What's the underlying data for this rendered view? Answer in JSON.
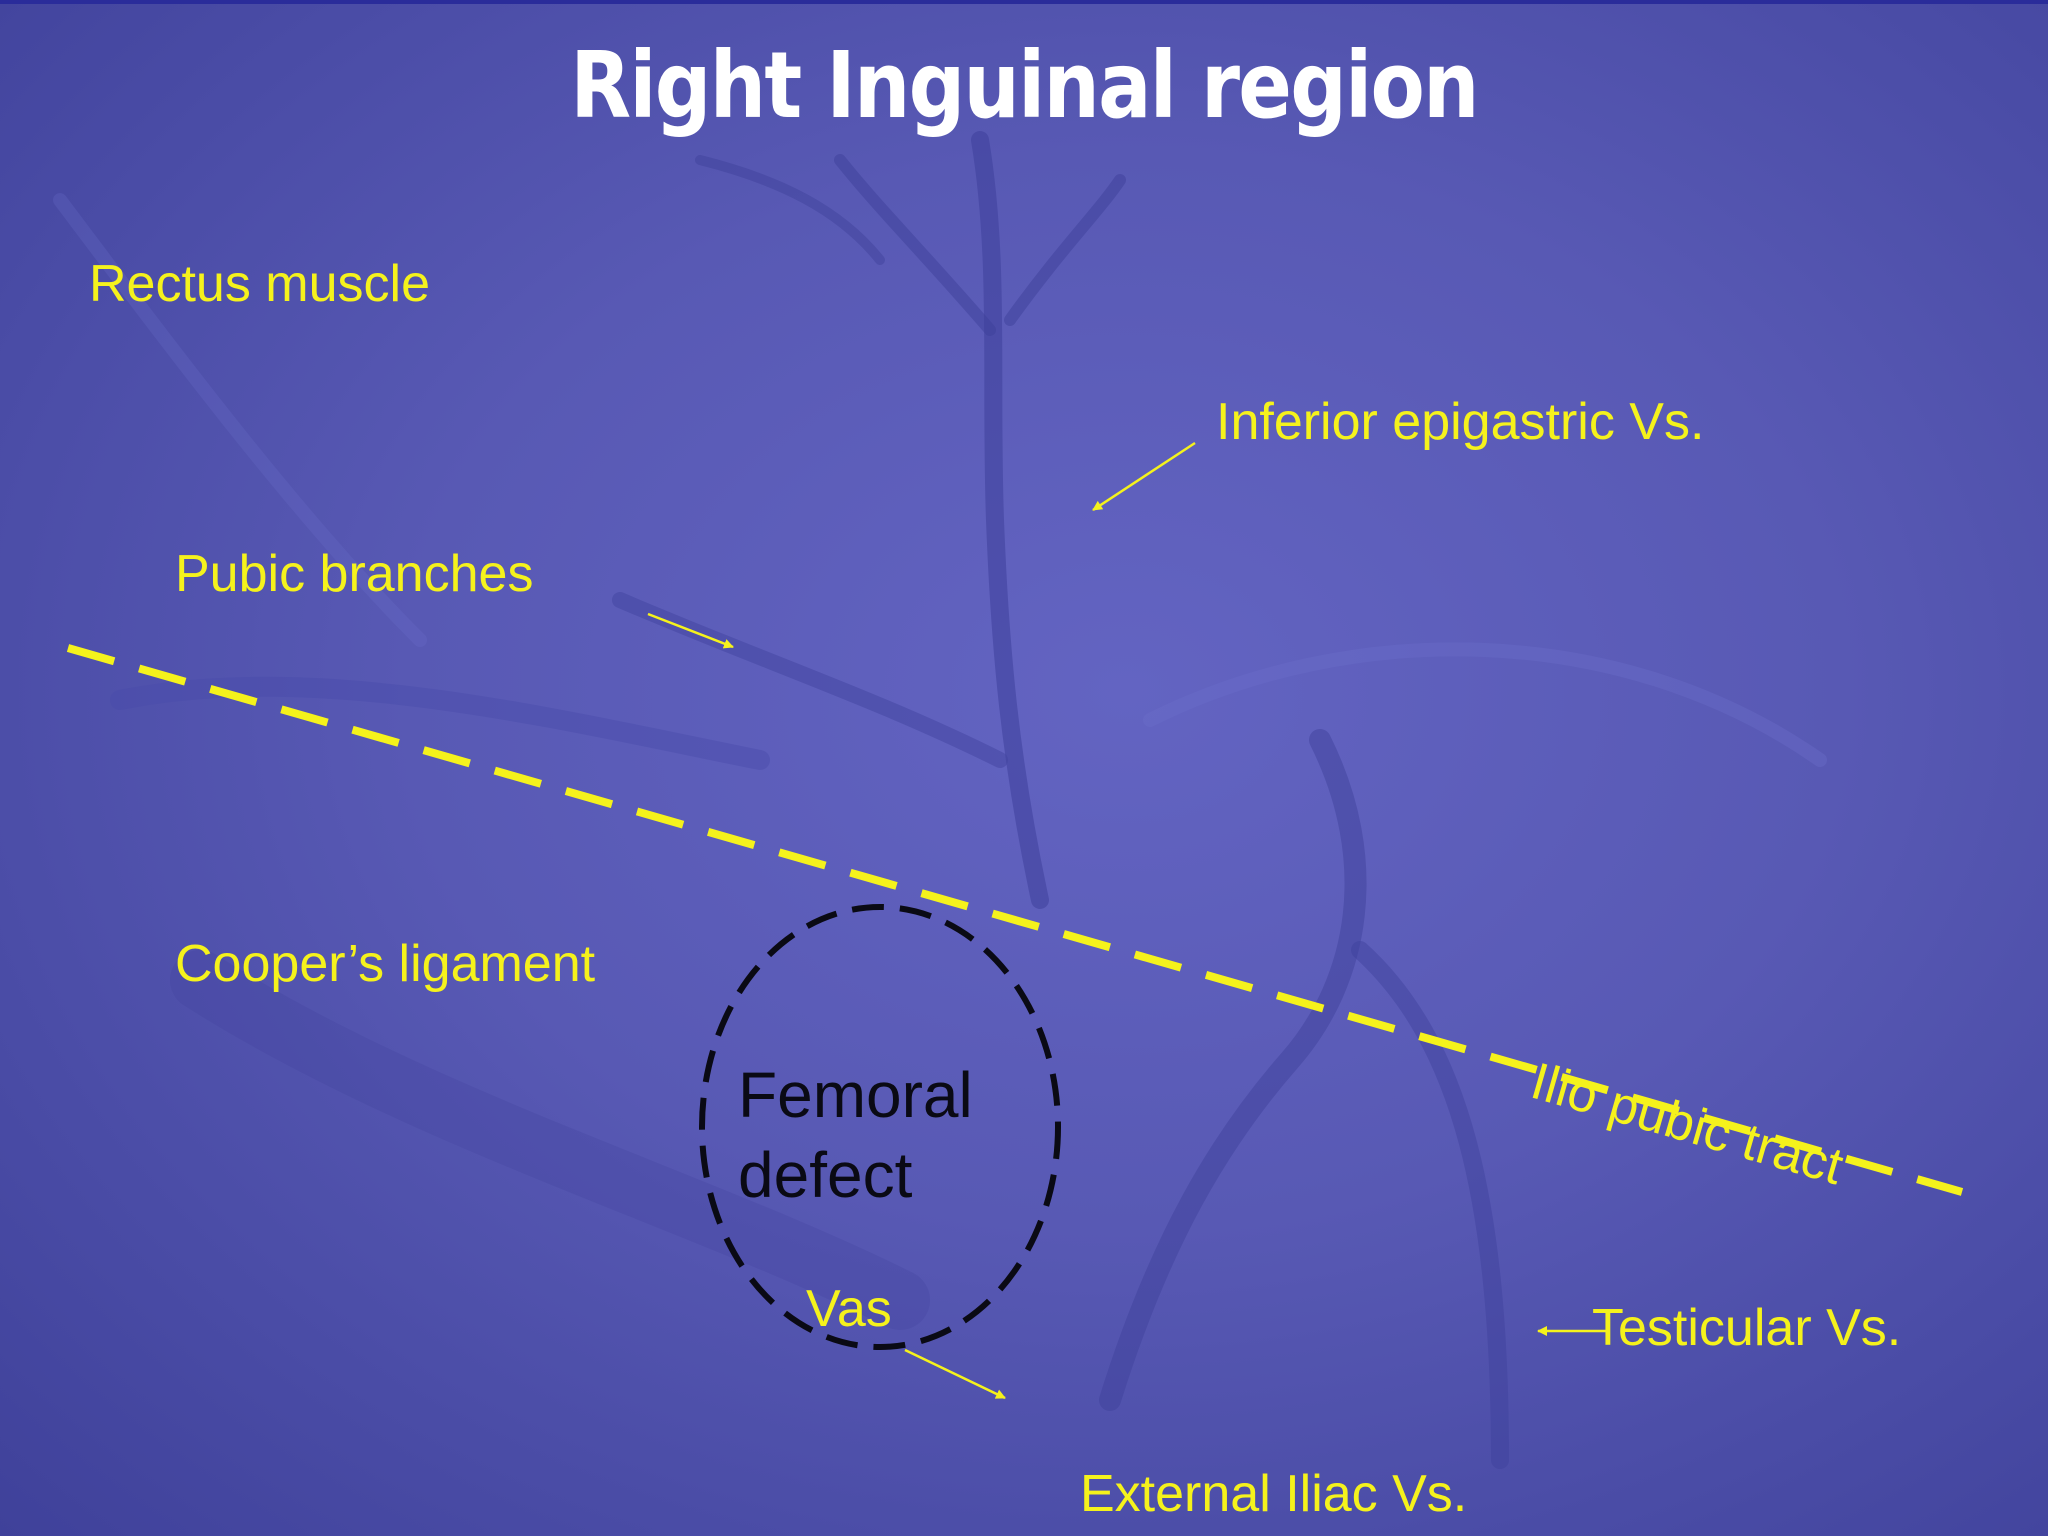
{
  "title": "Right Inguinal region",
  "labels": {
    "rectus_muscle": "Rectus muscle",
    "inferior_epigastric": "Inferior epigastric Vs.",
    "pubic_branches": "Pubic branches",
    "coopers_ligament": "Cooper’s ligament",
    "ilio_pubic_tract": "Ilio pubic tract",
    "femoral_defect_line1": "Femoral",
    "femoral_defect_line2": "defect",
    "vas": "Vas",
    "testicular": "Testicular  Vs.",
    "external_iliac": "External Iliac Vs."
  },
  "colors": {
    "background": "#5a5cb6",
    "label_yellow": "#f5f21c",
    "title_white": "#ffffff",
    "dashed_circle": "#0a0a14"
  }
}
